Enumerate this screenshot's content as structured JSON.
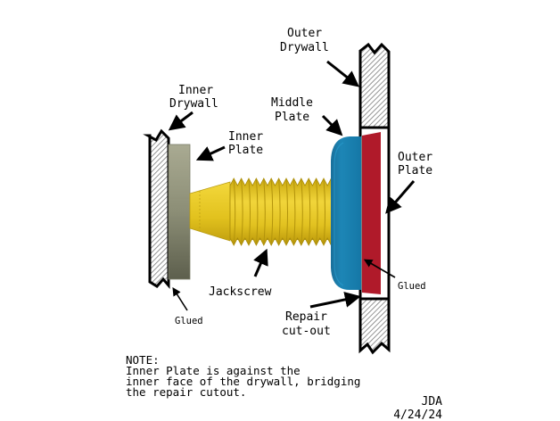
{
  "diagram": {
    "labels": {
      "outer_drywall": [
        "Outer",
        "Drywall"
      ],
      "inner_drywall": [
        "Inner",
        "Drywall"
      ],
      "middle_plate": [
        "Middle",
        "Plate"
      ],
      "inner_plate": [
        "Inner",
        "Plate"
      ],
      "outer_plate": [
        "Outer",
        "Plate"
      ],
      "jackscrew": "Jackscrew",
      "repair_cutout": [
        "Repair",
        "cut-out"
      ],
      "glued_inner": "Glued",
      "glued_outer": "Glued"
    },
    "note": {
      "heading": "NOTE:",
      "lines": [
        "Inner Plate is against the",
        "inner face of the drywall, bridging",
        "the repair cutout."
      ]
    },
    "signature": {
      "author": "JDA",
      "date": "4/24/24"
    },
    "colors": {
      "inner_plate": "#9c9e86",
      "jackscrew": "#e6c51c",
      "middle_plate": "#1b7fae",
      "outer_plate": "#b01a2a",
      "outline": "#000000",
      "hatch": "#8a8a8a"
    }
  }
}
